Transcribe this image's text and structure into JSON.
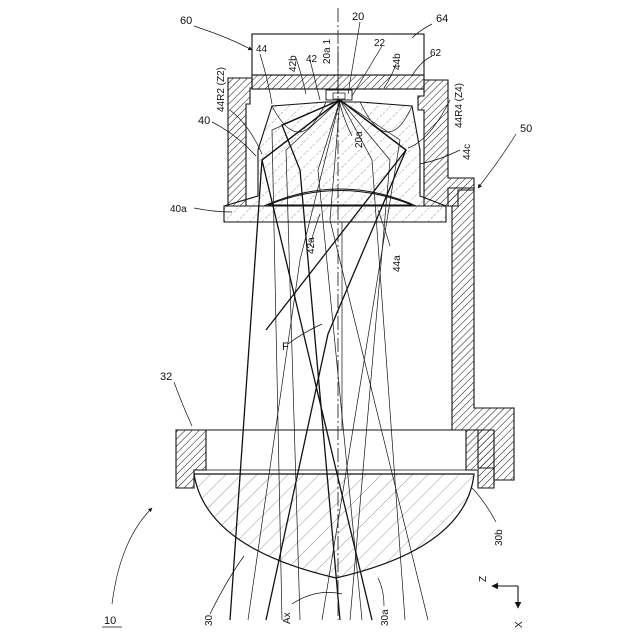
{
  "labels": {
    "l60": "60",
    "l64": "64",
    "l44": "44",
    "l42b": "42b",
    "l42": "42",
    "l20a1": "20a 1",
    "l20": "20",
    "l22": "22",
    "l44b": "44b",
    "l62": "62",
    "l44R2": "44R2 (Z2)",
    "l44R4": "44R4 (Z4)",
    "l40": "40",
    "l20a": "20a",
    "l44c": "44c",
    "l50": "50",
    "l40a": "40a",
    "l42a": "42a",
    "l44a": "44a",
    "lF": "F",
    "l32": "32",
    "l10": "10",
    "l30": "30",
    "lAx": "Ax",
    "l30a": "30a",
    "l30b": "30b",
    "lZ": "Z",
    "lX": "X"
  },
  "colors": {
    "line": "#111111",
    "background": "#ffffff"
  }
}
